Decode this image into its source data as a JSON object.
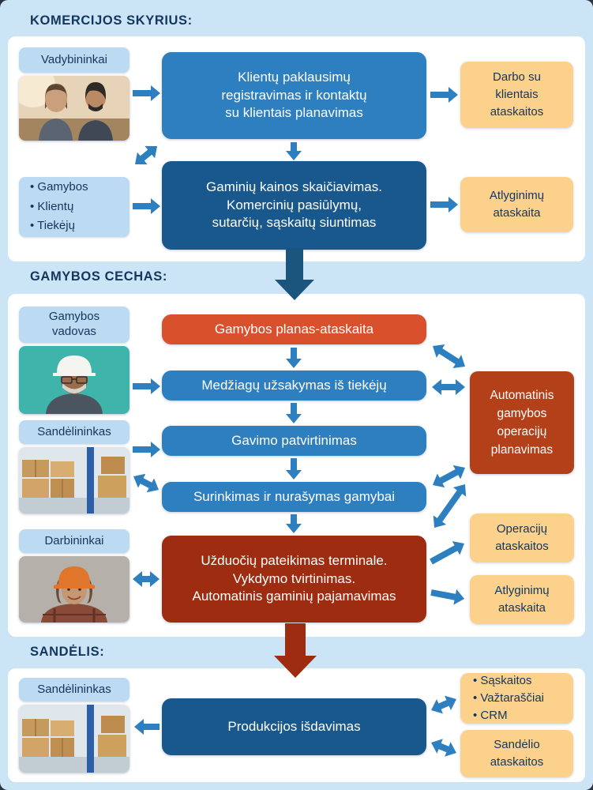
{
  "colors": {
    "background_blue": "#cbe5f7",
    "panel_white": "#ffffff",
    "accent_blue": "#2e7fc0",
    "dark_blue": "#19588c",
    "orange": "#d9512c",
    "dark_red": "#9e2c11",
    "side_red": "#b34018",
    "note_yellow": "#fbd18c",
    "label_light_blue": "#bcdbf2",
    "navy_text": "#14365c"
  },
  "s1": {
    "title": "KOMERCIJOS SKYRIUS:",
    "role1": "Vadybininkai",
    "flow1": "Klientų paklausimų\nregistravimas ir kontaktų\nsu klientais planavimas",
    "out1": "Darbo su\nklientais\nataskaitos",
    "list": "•  Gamybos\n•  Klientų\n•  Tiekėjų",
    "flow2": "Gaminių kainos skaičiavimas.\nKomercinių pasiūlymų,\nsutarčių, sąskaitų siuntimas",
    "out2": "Atlyginimų\nataskaita"
  },
  "s2": {
    "title": "GAMYBOS CECHAS:",
    "role1": "Gamybos\nvadovas",
    "role2": "Sandėlininkas",
    "role3": "Darbininkai",
    "flow1": "Gamybos planas-ataskaita",
    "flow2": "Medžiagų užsakymas iš tiekėjų",
    "flow3": "Gavimo patvirtinimas",
    "flow4": "Surinkimas ir nurašymas gamybai",
    "flow5": "Užduočių pateikimas terminale.\nVykdymo tvirtinimas.\nAutomatinis gaminių pajamavimas",
    "side": "Automatinis\ngamybos\noperacijų\nplanavimas",
    "out1": "Operacijų\nataskaitos",
    "out2": "Atlyginimų\nataskaita"
  },
  "s3": {
    "title": "SANDĖLIS:",
    "role1": "Sandėlininkas",
    "flow1": "Produkcijos išdavimas",
    "out1": "•  Sąskaitos\n•  Važtaraščiai\n•  CRM",
    "out2": "Sandėlio\nataskaitos"
  }
}
